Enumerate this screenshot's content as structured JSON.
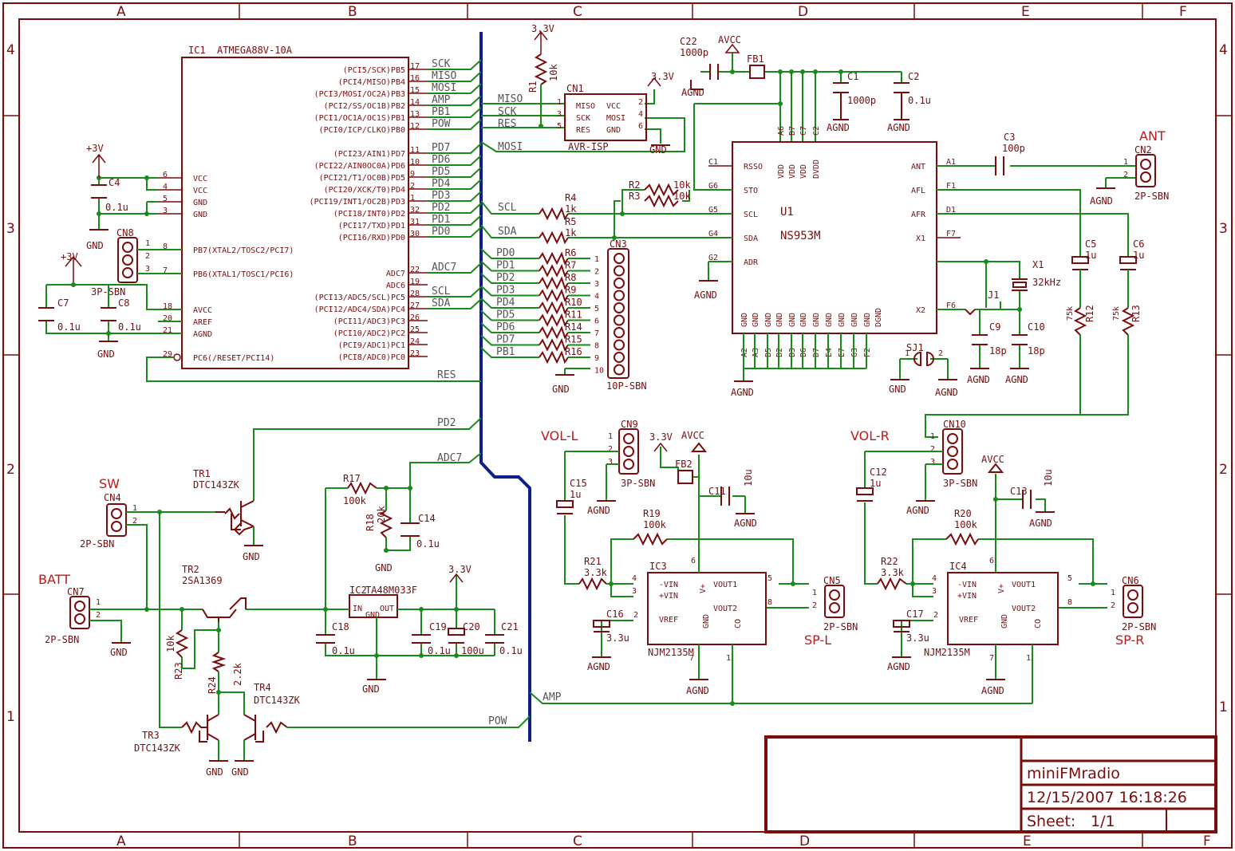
{
  "title_block": {
    "name": "miniFMradio",
    "datetime": "12/15/2007 16:18:26",
    "sheet_label": "Sheet:",
    "sheet_value": "1/1"
  },
  "grid": {
    "cols": [
      "A",
      "B",
      "C",
      "D",
      "E",
      "F"
    ],
    "rows": [
      "4",
      "3",
      "2",
      "1"
    ]
  },
  "ic1": {
    "name": "IC1",
    "part": "ATMEGA88V-10A",
    "left_pins": [
      {
        "name": "VCC",
        "num": "6"
      },
      {
        "name": "VCC",
        "num": "4"
      },
      {
        "name": "GND",
        "num": "5"
      },
      {
        "name": "GND",
        "num": "3"
      },
      {
        "name": "PB7(XTAL2/TOSC2/PCI7)",
        "num": "8"
      },
      {
        "name": "PB6(XTAL1/TOSC1/PCI6)",
        "num": "7"
      },
      {
        "name": "AVCC",
        "num": "18"
      },
      {
        "name": "AREF",
        "num": "20"
      },
      {
        "name": "AGND",
        "num": "21"
      },
      {
        "name": "PC6(/RESET/PCI14)",
        "num": "29"
      }
    ],
    "right_pins": [
      {
        "name": "(PCI5/SCK)PB5",
        "num": "17",
        "net": "SCK"
      },
      {
        "name": "(PCI4/MISO)PB4",
        "num": "16",
        "net": "MISO"
      },
      {
        "name": "(PCI3/MOSI/OC2A)PB3",
        "num": "15",
        "net": "MOSI"
      },
      {
        "name": "(PCI2/SS/OC1B)PB2",
        "num": "14",
        "net": "AMP"
      },
      {
        "name": "(PCI1/OC1A/OC1S)PB1",
        "num": "13",
        "net": "PB1"
      },
      {
        "name": "(PCI0/ICP/CLKO)PB0",
        "num": "12",
        "net": "POW"
      },
      {
        "name": "(PCI23/AIN1)PD7",
        "num": "11",
        "net": "PD7"
      },
      {
        "name": "(PCI22/AIN0OC0A)PD6",
        "num": "10",
        "net": "PD6"
      },
      {
        "name": "(PCI21/T1/OC0B)PD5",
        "num": "9",
        "net": "PD5"
      },
      {
        "name": "(PCI20/XCK/T0)PD4",
        "num": "2",
        "net": "PD4"
      },
      {
        "name": "(PCI19/INT1/OC2B)PD3",
        "num": "1",
        "net": "PD3"
      },
      {
        "name": "(PCI18/INT0)PD2",
        "num": "32",
        "net": "PD2"
      },
      {
        "name": "(PCI17/TXD)PD1",
        "num": "31",
        "net": "PD1"
      },
      {
        "name": "(PCI16/RXD)PD0",
        "num": "30",
        "net": "PD0"
      },
      {
        "name": "ADC7",
        "num": "22",
        "net": "ADC7"
      },
      {
        "name": "ADC6",
        "num": "19",
        "net": ""
      },
      {
        "name": "(PCI13/ADC5/SCL)PC5",
        "num": "28",
        "net": "SCL"
      },
      {
        "name": "(PCI12/ADC4/SDA)PC4",
        "num": "27",
        "net": "SDA"
      },
      {
        "name": "(PCI11/ADC3)PC3",
        "num": "26",
        "net": ""
      },
      {
        "name": "(PCI10/ADC2)PC2",
        "num": "25",
        "net": ""
      },
      {
        "name": "(PCI9/ADC1)PC1",
        "num": "24",
        "net": ""
      },
      {
        "name": "(PCI8/ADC0)PC0",
        "num": "23",
        "net": ""
      }
    ],
    "res_net": "RES"
  },
  "cn1": {
    "name": "CN1",
    "part": "AVR-ISP",
    "pins_left": [
      "MISO",
      "SCK",
      "RES"
    ],
    "pins_right": [
      "VCC",
      "MOSI",
      "GND"
    ],
    "nums_left": [
      "1",
      "3",
      "5"
    ],
    "nums_right": [
      "2",
      "4",
      "6"
    ],
    "nets": [
      "MISO",
      "SCK",
      "RES",
      "MOSI"
    ]
  },
  "u1": {
    "name": "U1",
    "part": "NS953M",
    "left": [
      {
        "pin": "C1",
        "name": "RSSO"
      },
      {
        "pin": "G6",
        "name": "STO"
      },
      {
        "pin": "G5",
        "name": "SCL"
      },
      {
        "pin": "G4",
        "name": "SDA"
      },
      {
        "pin": "G2",
        "name": "ADR"
      }
    ],
    "right": [
      {
        "pin": "A1",
        "name": "ANT"
      },
      {
        "pin": "F1",
        "name": "AFL"
      },
      {
        "pin": "D1",
        "name": "AFR"
      },
      {
        "pin": "F7",
        "name": "X1"
      },
      {
        "pin": "F6",
        "name": "X2"
      }
    ],
    "top": [
      {
        "pin": "A6",
        "name": "VDD"
      },
      {
        "pin": "B7",
        "name": "VDD"
      },
      {
        "pin": "C7",
        "name": "VDD"
      },
      {
        "pin": "C2",
        "name": "DVDD"
      }
    ],
    "bottom_names": [
      "GND",
      "GND",
      "GND",
      "GND",
      "GND",
      "GND",
      "GND",
      "GND",
      "GND",
      "GND",
      "GND",
      "DGND"
    ],
    "bottom_pins": [
      "A2",
      "A3",
      "B5",
      "B2",
      "B3",
      "B6",
      "D7",
      "E4",
      "E7",
      "G3",
      "F2"
    ]
  },
  "cn3": {
    "name": "CN3",
    "part": "10P-SBN",
    "nets": [
      "PD0",
      "PD1",
      "PD2",
      "PD3",
      "PD4",
      "PD5",
      "PD6",
      "PD7",
      "PB1"
    ],
    "resistors": [
      "R6",
      "R7",
      "R8",
      "R9",
      "R10",
      "R11",
      "R14",
      "R15",
      "R16"
    ],
    "nums": [
      "1",
      "2",
      "3",
      "4",
      "5",
      "6",
      "7",
      "8",
      "9",
      "10"
    ]
  },
  "labels": {
    "v33": "3.3V",
    "v3": "+3V",
    "avcc": "AVCC",
    "gnd": "GND",
    "agnd": "AGND",
    "r1": "R1",
    "r1v": "10k",
    "r2": "R2",
    "r2v": "10k",
    "r3": "R3",
    "r3v": "10k",
    "r4": "R4",
    "r4v": "1k",
    "r5": "R5",
    "r5v": "1k",
    "c1": "C1",
    "c1v": "1000p",
    "c2": "C2",
    "c2v": "0.1u",
    "c22": "C22",
    "c22v": "1000p",
    "fb1": "FB1",
    "fb2": "FB2",
    "c3": "C3",
    "c3v": "100p",
    "ant": "ANT",
    "cn2": "CN2",
    "cn2p": "2P-SBN",
    "c4": "C4",
    "c4v": "0.1u",
    "c7": "C7",
    "c7v": "0.1u",
    "c8": "C8",
    "c8v": "0.1u",
    "cn8": "CN8",
    "cn8p": "3P-SBN",
    "c5": "C5",
    "c5v": "1u",
    "c6": "C6",
    "c6v": "1u",
    "r12": "R12",
    "r12v": "75k",
    "r13": "R13",
    "r13v": "75k",
    "x1": "X1",
    "x1v": "32kHz",
    "j1": "J1",
    "c9": "C9",
    "c9v": "18p",
    "c10": "C10",
    "c10v": "18p",
    "sj1": "SJ1",
    "vol_l": "VOL-L",
    "vol_r": "VOL-R",
    "cn9": "CN9",
    "cn9p": "3P-SBN",
    "cn10": "CN10",
    "cn10p": "3P-SBN",
    "c15": "C15",
    "c15v": "1u",
    "c12": "C12",
    "c12v": "1u",
    "c11": "C11",
    "c11v": "10u",
    "c13": "C13",
    "c13v": "10u",
    "r19": "R19",
    "r19v": "100k",
    "r20": "R20",
    "r20v": "100k",
    "r21": "R21",
    "r21v": "3.3k",
    "r22": "R22",
    "r22v": "3.3k",
    "ic3": "IC3",
    "ic4": "IC4",
    "njm": "NJM2135M",
    "c16": "C16",
    "c16v": "3.3u",
    "c17": "C17",
    "c17v": "3.3u",
    "cn5": "CN5",
    "cn6": "CN6",
    "sp_l": "SP-L",
    "sp_r": "SP-R",
    "p2sbn": "2P-SBN",
    "sw": "SW",
    "cn4": "CN4",
    "batt": "BATT",
    "cn7": "CN7",
    "tr1": "TR1",
    "tr1p": "DTC143ZK",
    "tr2": "TR2",
    "tr2p": "2SA1369",
    "tr3": "TR3",
    "tr3p": "DTC143ZK",
    "tr4": "TR4",
    "tr4p": "DTC143ZK",
    "r17": "R17",
    "r17v": "100k",
    "r18": "R18",
    "r18v": "20k",
    "c14": "C14",
    "c14v": "0.1u",
    "ic2": "IC2",
    "ic2p": "TA48M033F",
    "in": "IN",
    "out": "OUT",
    "gndp": "GND",
    "c18": "C18",
    "c18v": "0.1u",
    "c19": "C19",
    "c19v": "0.1u",
    "c20": "C20",
    "c20v": "100u",
    "c21": "C21",
    "c21v": "0.1u",
    "r23": "R23",
    "r23v": "10k",
    "r24": "R24",
    "r24v": "2.2k",
    "pd2": "PD2",
    "adc7": "ADC7",
    "amp": "AMP",
    "pow": "POW",
    "res": "RES",
    "vin_m": "-VIN",
    "vin_p": "+VIN",
    "vout1": "VOUT1",
    "vout2": "VOUT2",
    "vref": "VREF",
    "vplus": "V+",
    "co": "CO"
  }
}
